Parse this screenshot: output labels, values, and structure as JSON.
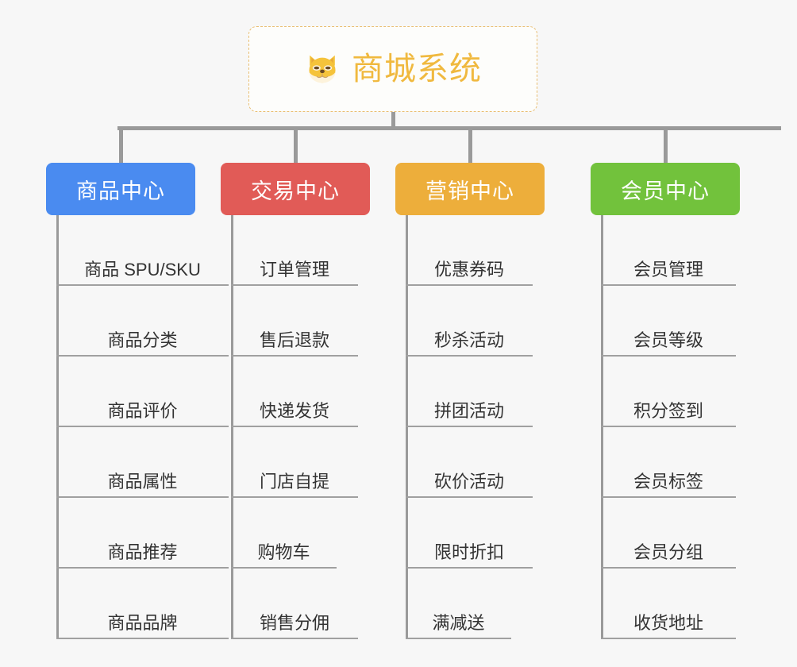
{
  "root": {
    "title": "商城系统",
    "icon": "shiba-dog-icon",
    "color": "#f0b93f",
    "border_color": "#e9be72"
  },
  "connector_color": "#9a9a9a",
  "background": "#f7f7f7",
  "categories": [
    {
      "label": "商品中心",
      "color": "#4a8bf0",
      "items": [
        "商品 SPU/SKU",
        "商品分类",
        "商品评价",
        "商品属性",
        "商品推荐",
        "商品品牌"
      ]
    },
    {
      "label": "交易中心",
      "color": "#e15b57",
      "items": [
        "订单管理",
        "售后退款",
        "快递发货",
        "门店自提",
        "购物车",
        "销售分佣"
      ]
    },
    {
      "label": "营销中心",
      "color": "#edae3b",
      "items": [
        "优惠券码",
        "秒杀活动",
        "拼团活动",
        "砍价活动",
        "限时折扣",
        "满减送"
      ]
    },
    {
      "label": "会员中心",
      "color": "#72c23c",
      "items": [
        "会员管理",
        "会员等级",
        "积分签到",
        "会员标签",
        "会员分组",
        "收货地址"
      ]
    }
  ]
}
